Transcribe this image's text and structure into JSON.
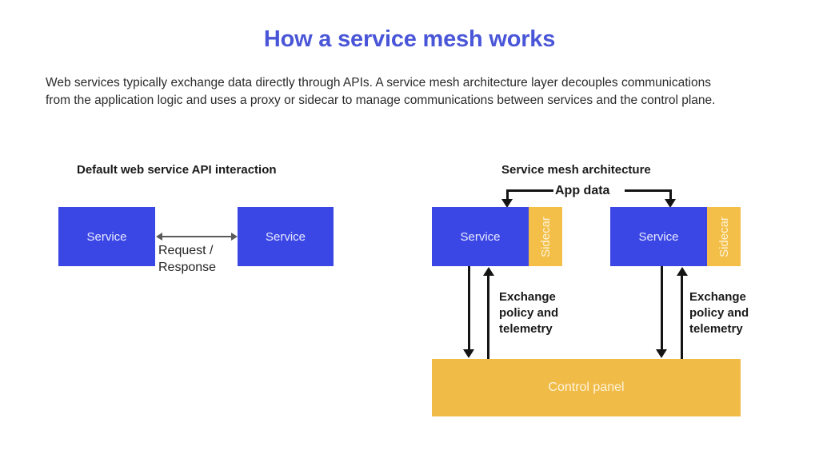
{
  "page": {
    "title": "How a service mesh works",
    "intro": "Web services typically exchange data directly through APIs. A service mesh architecture layer decouples communications from the application logic and uses a proxy or sidecar to manage communications between services and the control plane.",
    "title_color": "#4a56d8",
    "background": "#ffffff"
  },
  "colors": {
    "service_blue": "#3b47e5",
    "sidecar_yellow": "#f3bf49",
    "control_panel_yellow": "#f0bb47",
    "arrow_black": "#141414",
    "arrow_grey": "#5a5a5a",
    "box_text": "#e8eaff"
  },
  "left_diagram": {
    "heading": "Default web service API interaction",
    "service_a_label": "Service",
    "service_b_label": "Service",
    "connector_label_line1": "Request /",
    "connector_label_line2": "Response"
  },
  "right_diagram": {
    "heading": "Service mesh architecture",
    "app_data_label": "App data",
    "node_1": {
      "service_label": "Service",
      "sidecar_label": "Sidecar"
    },
    "node_2": {
      "service_label": "Service",
      "sidecar_label": "Sidecar"
    },
    "exchange_label_1_line1": "Exchange",
    "exchange_label_1_line2": "policy and",
    "exchange_label_1_line3": "telemetry",
    "exchange_label_2_line1": "Exchange",
    "exchange_label_2_line2": "policy and",
    "exchange_label_2_line3": "telemetry",
    "control_panel_label": "Control panel"
  }
}
